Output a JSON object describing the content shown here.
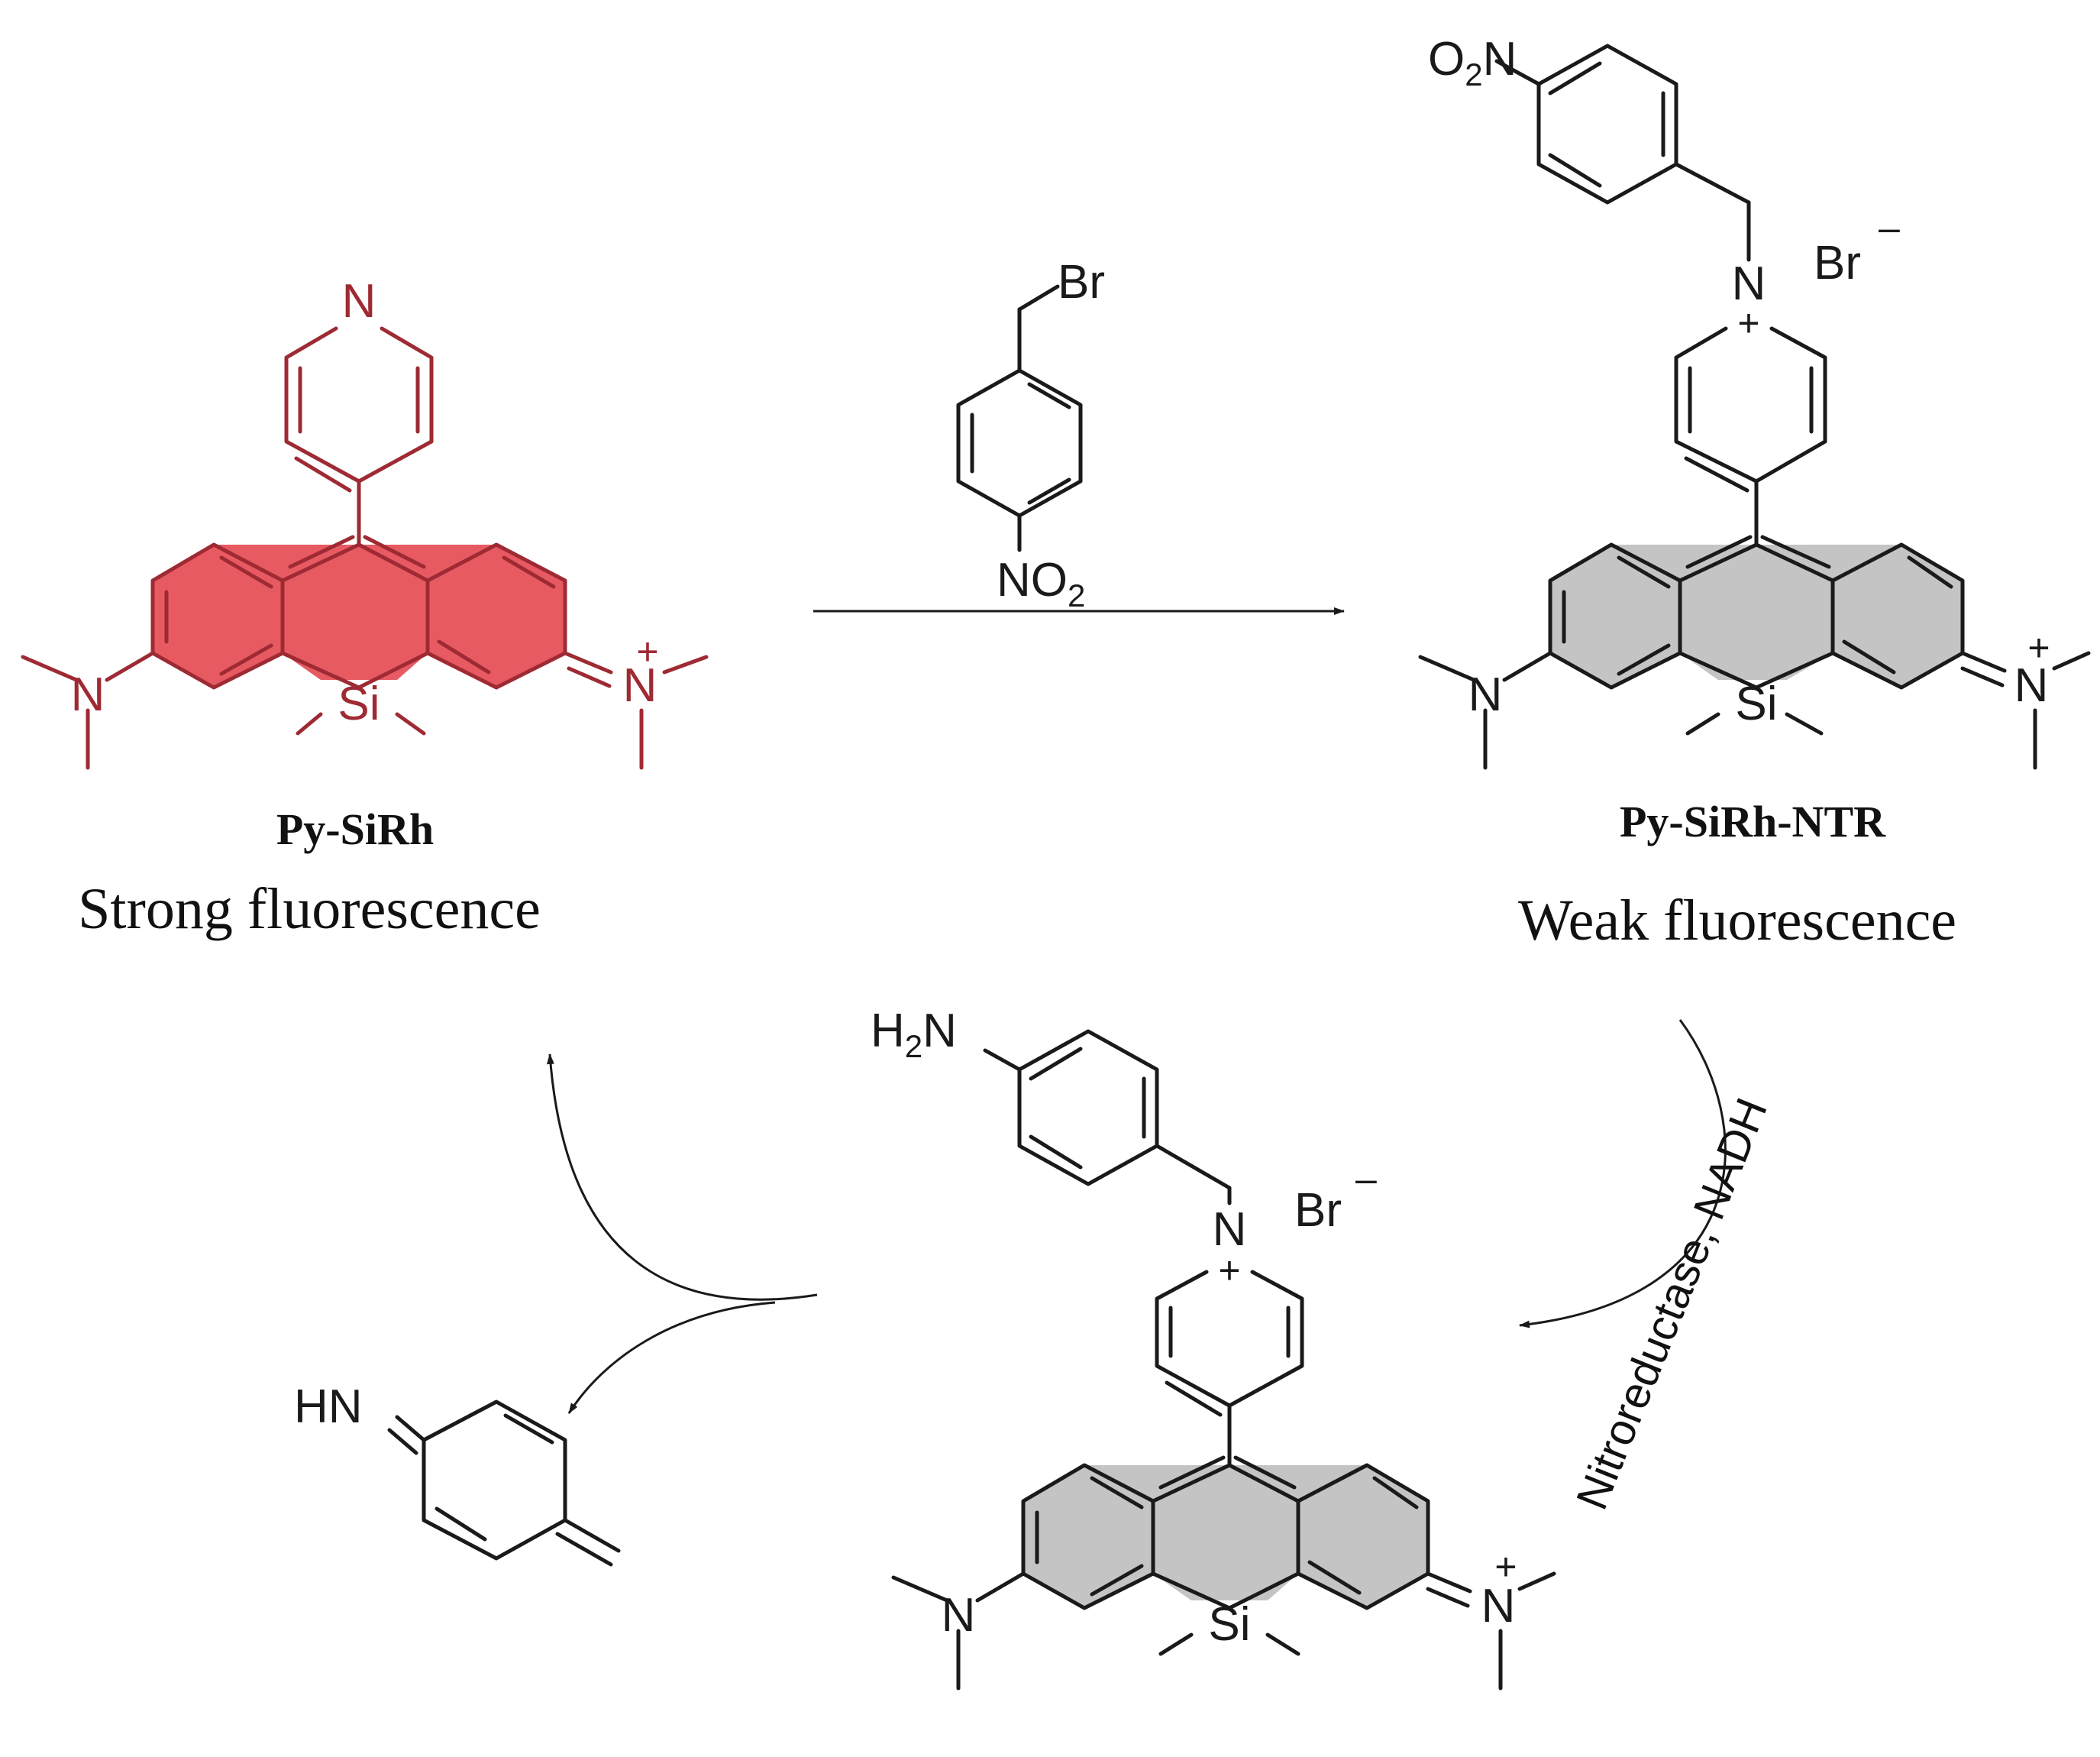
{
  "compounds": {
    "py_sirh": {
      "name": "Py-SiRh",
      "fluorescence": "Strong fluorescence"
    },
    "py_sirh_ntr": {
      "name": "Py-SiRh-NTR",
      "fluorescence": "Weak fluorescence"
    }
  },
  "atoms": {
    "N": "N",
    "Si": "Si",
    "plus": "+",
    "minus": "–",
    "Br": "Br",
    "Br_anion": "Br",
    "O2N": "O",
    "O2N_sub": "2",
    "O2N_tail": "N",
    "NO2_head": "NO",
    "NO2_sub": "2",
    "H2N": "H",
    "H2N_sub": "2",
    "H2N_tail": "N",
    "HN": "HN"
  },
  "conditions": {
    "enzyme": "Nitroreductase, NADH"
  },
  "colors": {
    "probe_fill": "#e85a62",
    "probe_stroke": "#9e2a33",
    "core_fill": "#c4c4c4"
  }
}
